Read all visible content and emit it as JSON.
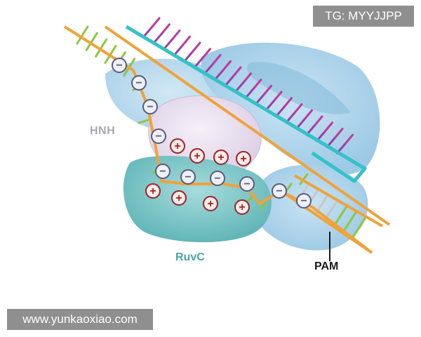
{
  "labels": {
    "hnh": "HNH",
    "ruvc": "RuvC",
    "pam": "PAM"
  },
  "watermarks": {
    "top": "TG: MYYJJPP",
    "bottom": "www.yunkaoxiao.com"
  },
  "charges": {
    "negative_symbol": "−",
    "positive_symbol": "+"
  },
  "colors": {
    "backbone": "#f0a23a",
    "rung_green": "#8cc63f",
    "rung_purple": "#9b3fa6",
    "rung_magenta": "#c0399e",
    "rna_outline": "#33c2c8",
    "rna_fill": "#9fdfe6",
    "hnh_domain": "#e8dff0",
    "ruvc_domain": "#7ec9c9",
    "protein_blue": "#a9d2ea",
    "positive_charge": "#9b2226",
    "negative_charge": "#5a5a7a"
  }
}
